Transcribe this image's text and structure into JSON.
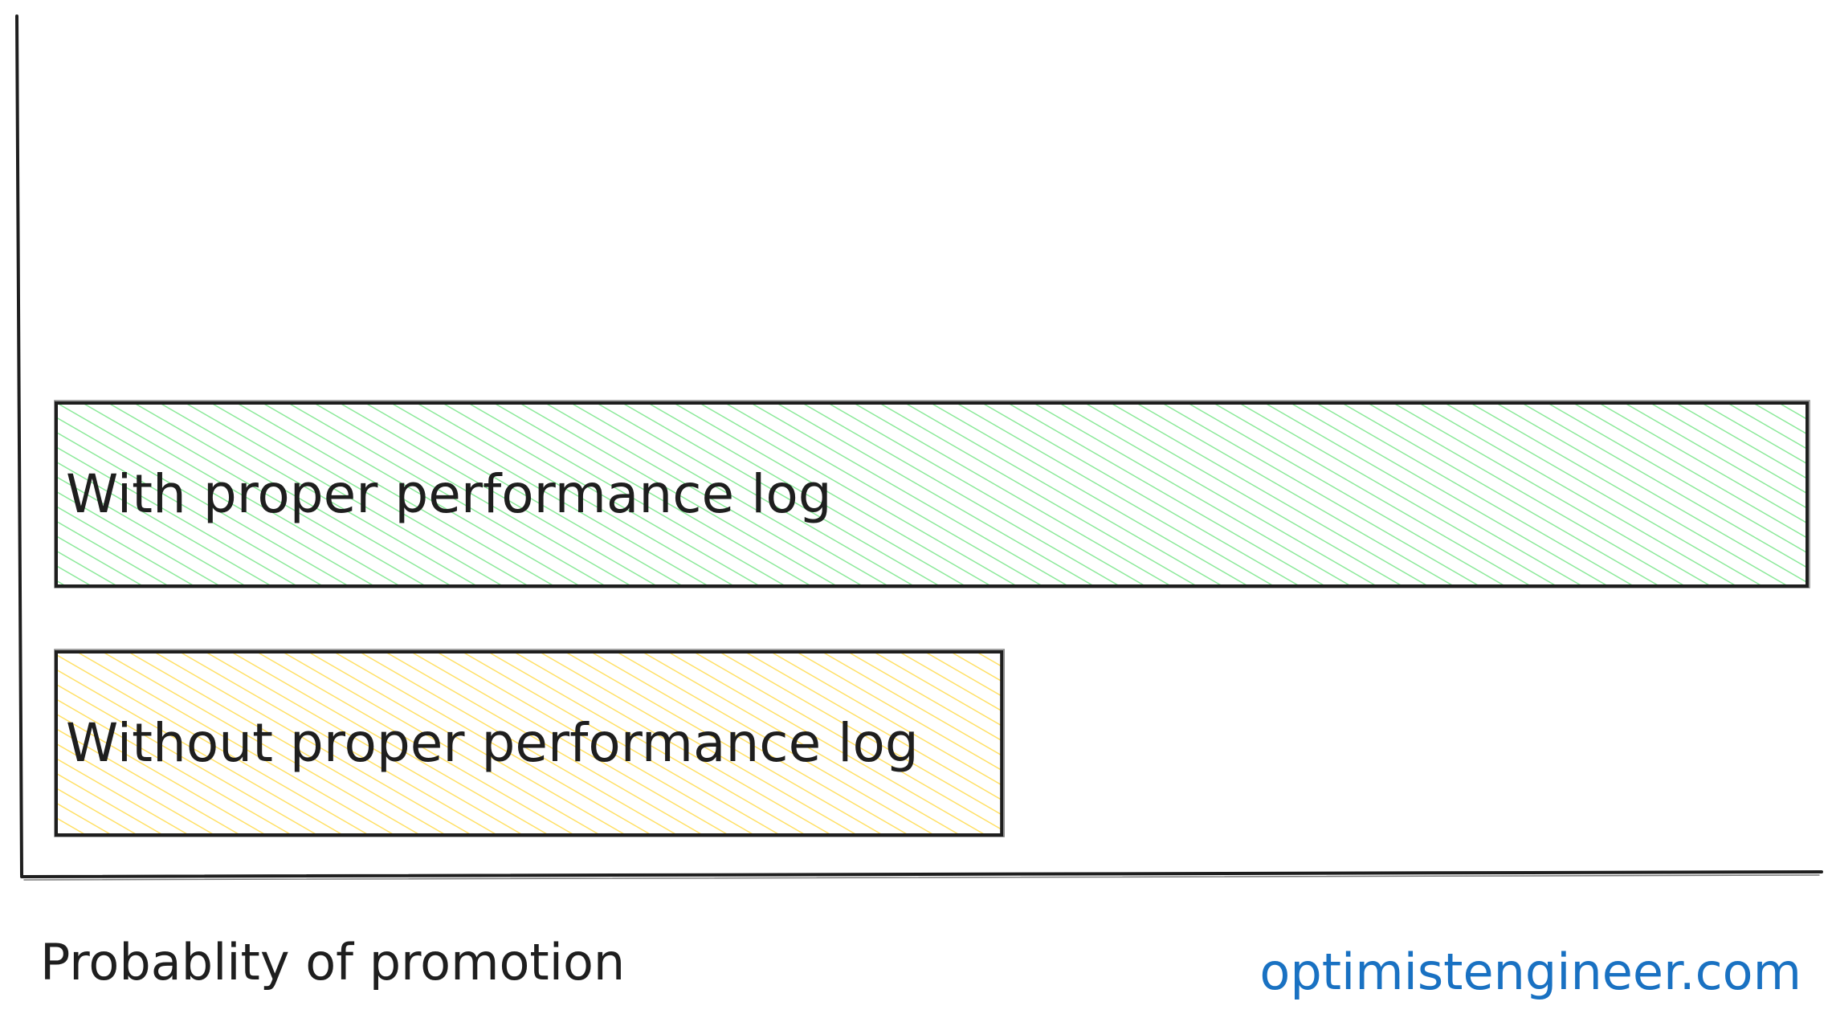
{
  "chart_data": {
    "type": "bar",
    "orientation": "horizontal",
    "categories": [
      "With proper performance log",
      "Without proper performance log"
    ],
    "values": [
      100,
      54
    ],
    "xlabel": "Probablity of promotion",
    "ylabel": "",
    "xlim": [
      0,
      100
    ],
    "grid": false,
    "colors": [
      "#b2f2bb",
      "#ffec99"
    ],
    "stroke_color": "#1e1e1e"
  },
  "watermark": "optimistengineer.com",
  "colors": {
    "axis": "#1e1e1e",
    "brand": "#1971c2",
    "background": "#ffffff"
  }
}
